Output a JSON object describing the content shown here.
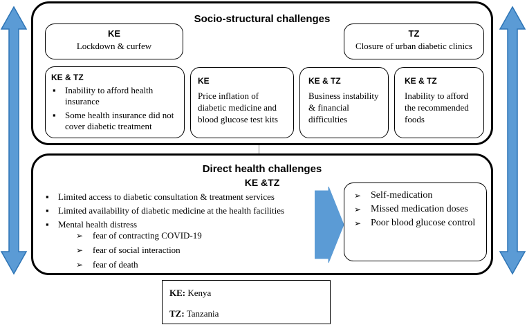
{
  "socio": {
    "title": "Socio-structural challenges",
    "boxes": [
      {
        "tag": "KE",
        "lines": [
          "Lockdown & curfew"
        ]
      },
      {
        "tag": "TZ",
        "lines": [
          "Closure of urban diabetic clinics"
        ]
      },
      {
        "tag": "KE & TZ",
        "bullets": [
          "Inability to afford health insurance",
          "Some health insurance did not cover diabetic treatment"
        ]
      },
      {
        "tag": "KE",
        "lines": [
          "Price inflation of diabetic medicine and blood glucose test kits"
        ]
      },
      {
        "tag": "KE & TZ",
        "lines": [
          "Business instability & financial difficulties"
        ]
      },
      {
        "tag": "KE & TZ",
        "lines": [
          "Inability to afford the recommended foods"
        ]
      }
    ]
  },
  "direct": {
    "title": "Direct health challenges",
    "subtitle": "KE &TZ",
    "bullets": [
      "Limited access to diabetic consultation & treatment services",
      "Limited availability of diabetic medicine at the health facilities",
      "Mental health distress"
    ],
    "sub_bullets": [
      "fear of contracting COVID-19",
      "fear of social interaction",
      "fear of death"
    ],
    "outcomes": [
      "Self-medication",
      "Missed medication doses",
      "Poor blood glucose control"
    ]
  },
  "legend": [
    {
      "abbr": "KE:",
      "name": "Kenya"
    },
    {
      "abbr": "TZ:",
      "name": "Tanzania"
    }
  ],
  "colors": {
    "arrow_fill": "#5b9bd5",
    "arrow_stroke": "#2e75b6",
    "frame": "#000000"
  },
  "icons": {
    "double_arrow": "vertical-double-arrow-icon",
    "flow_arrow": "right-arrow-icon"
  }
}
